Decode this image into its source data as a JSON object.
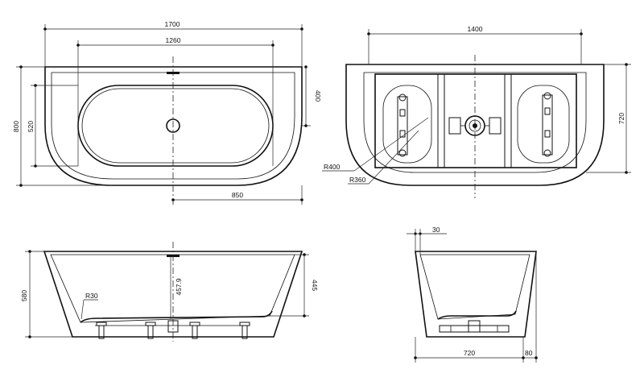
{
  "top_view": {
    "dims": {
      "overall_length": "1700",
      "inner_length": "1260",
      "overall_width": "800",
      "inner_width": "520",
      "half_depth": "400",
      "drain_offset": "850"
    }
  },
  "bottom_view": {
    "dims": {
      "length": "1400",
      "width": "720",
      "radius_outer": "R400",
      "radius_inner": "R360"
    }
  },
  "front_view": {
    "dims": {
      "height": "580",
      "inner_depth": "445",
      "drain_depth": "457.9",
      "fillet": "R30"
    }
  },
  "side_view": {
    "dims": {
      "rim": "30",
      "base_width": "720",
      "offset": "80"
    }
  }
}
